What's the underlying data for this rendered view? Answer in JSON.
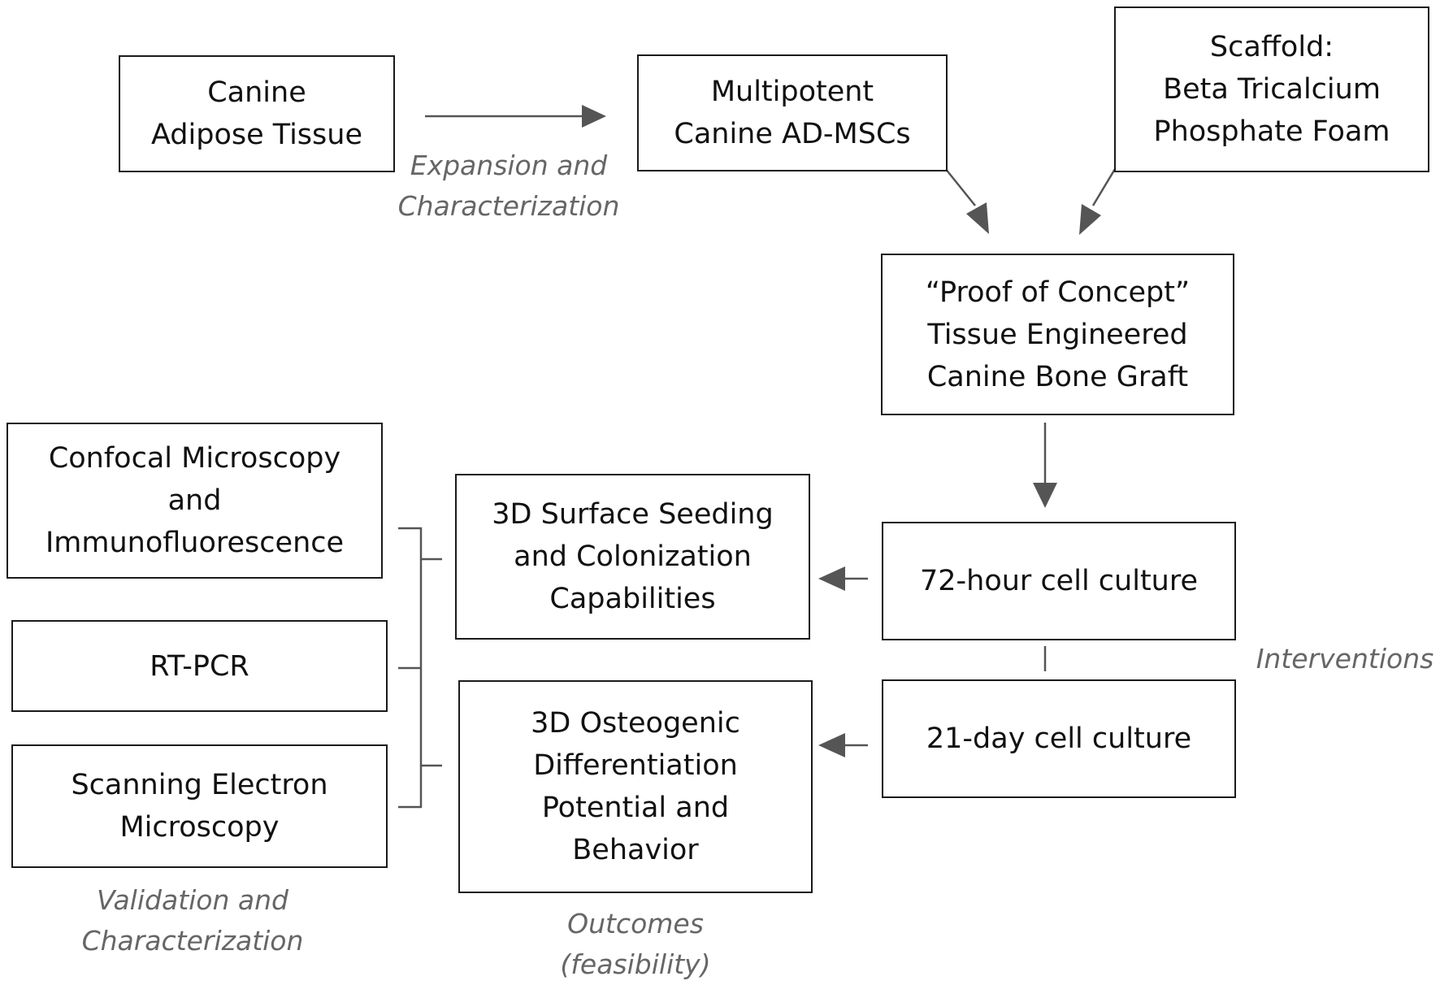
{
  "boxes": {
    "adipose": [
      "Canine",
      "Adipose Tissue"
    ],
    "msc": [
      "Multipotent",
      "Canine AD-MSCs"
    ],
    "scaffold": [
      "Scaffold:",
      "Beta Tricalcium",
      "Phosphate Foam"
    ],
    "graft": [
      "“Proof of Concept”",
      "Tissue Engineered",
      "Canine Bone Graft"
    ],
    "culture72": [
      "72-hour cell culture"
    ],
    "culture21": [
      "21-day cell culture"
    ],
    "seeding": [
      "3D Surface Seeding",
      "and Colonization",
      "Capabilities"
    ],
    "osteogenic": [
      "3D Osteogenic",
      "Differentiation",
      "Potential and",
      "Behavior"
    ],
    "confocal": [
      "Confocal Microscopy",
      "and",
      "Immunofluorescence"
    ],
    "rtpcr": [
      "RT-PCR"
    ],
    "sem": [
      "Scanning Electron",
      "Microscopy"
    ]
  },
  "captions": {
    "expansion": [
      "Expansion and",
      "Characterization"
    ],
    "interventions": [
      "Interventions"
    ],
    "validation": [
      "Validation and",
      "Characterization"
    ],
    "outcomes": [
      "Outcomes",
      "(feasibility)"
    ]
  },
  "colors": {
    "box_border": "#1a1a1a",
    "arrow": "#555555",
    "caption": "#666666"
  }
}
